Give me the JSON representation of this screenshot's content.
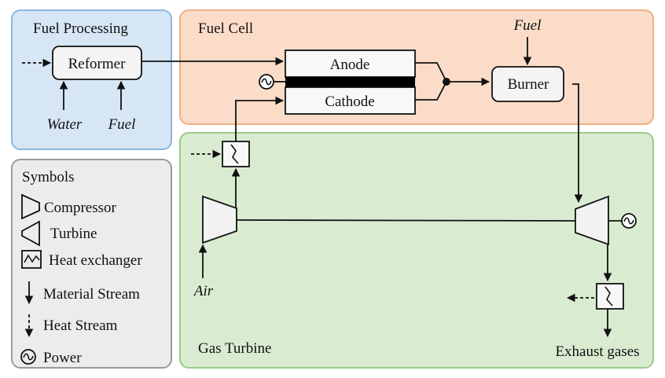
{
  "regions": {
    "fuel_processing": "Fuel Processing",
    "fuel_cell": "Fuel Cell",
    "gas_turbine": "Gas Turbine"
  },
  "components": {
    "reformer": "Reformer",
    "anode": "Anode",
    "cathode": "Cathode",
    "burner": "Burner"
  },
  "streams": {
    "water": "Water",
    "fuel_reformer": "Fuel",
    "fuel_burner": "Fuel",
    "air": "Air",
    "exhaust": "Exhaust gases"
  },
  "legend": {
    "title": "Symbols",
    "items": [
      "Compressor",
      "Turbine",
      "Heat exchanger",
      "Material Stream",
      "Heat Stream",
      "Power"
    ]
  },
  "colors": {
    "fuel_processing": "#d7e6f4",
    "fuel_cell": "#fbdcc8",
    "gas_turbine": "#d9ecd1",
    "symbols": "#ececec"
  }
}
